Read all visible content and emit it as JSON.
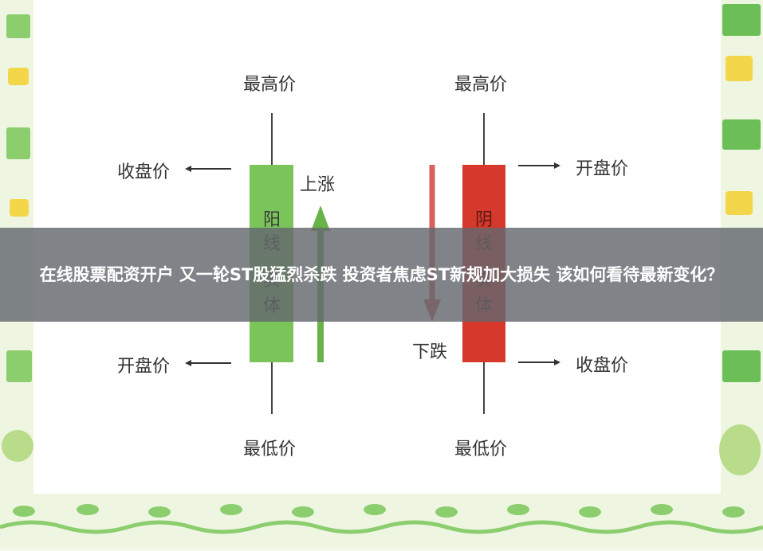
{
  "diagram": {
    "left_candle": {
      "top_label": "最高价",
      "bottom_label": "最低价",
      "close_label": "收盘价",
      "open_label": "开盘价",
      "body_text": [
        "阳",
        "线",
        "实",
        "体"
      ],
      "arrow_label": "上涨",
      "body_color": "#7bc45a",
      "arrow_color": "#69b24a"
    },
    "right_candle": {
      "top_label": "最高价",
      "bottom_label": "最低价",
      "open_label": "开盘价",
      "close_label": "收盘价",
      "body_text": [
        "阴",
        "线",
        "实",
        "体"
      ],
      "arrow_label": "下跌",
      "body_color": "#d6382b",
      "arrow_color": "#d8625a"
    }
  },
  "banner": {
    "title": "在线股票配资开户 又一轮ST股猛烈杀跌 投资者焦虑ST新规加大损失 该如何看待最新变化？"
  },
  "colors": {
    "background": "#f3f8ea",
    "panel": "#ffffff",
    "decor_green": "#8ccd6e",
    "decor_yellow": "#f4d64a"
  }
}
